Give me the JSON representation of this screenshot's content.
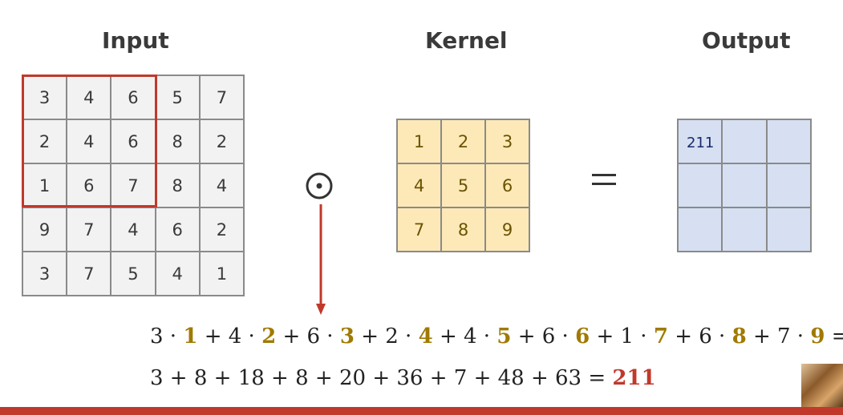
{
  "titles": {
    "input": "Input",
    "kernel": "Kernel",
    "output": "Output"
  },
  "input_matrix": [
    [
      "3",
      "4",
      "6",
      "5",
      "7"
    ],
    [
      "2",
      "4",
      "6",
      "8",
      "2"
    ],
    [
      "1",
      "6",
      "7",
      "8",
      "4"
    ],
    [
      "9",
      "7",
      "4",
      "6",
      "2"
    ],
    [
      "3",
      "7",
      "5",
      "4",
      "1"
    ]
  ],
  "kernel_matrix": [
    [
      "1",
      "2",
      "3"
    ],
    [
      "4",
      "5",
      "6"
    ],
    [
      "7",
      "8",
      "9"
    ]
  ],
  "output_matrix": [
    [
      "211",
      "",
      ""
    ],
    [
      "",
      "",
      ""
    ],
    [
      "",
      "",
      ""
    ]
  ],
  "operators": {
    "hadamard": "⊙",
    "equals": "="
  },
  "equation_line1": [
    {
      "t": "3 · ",
      "k": false
    },
    {
      "t": "1",
      "k": true
    },
    {
      "t": " + 4 · ",
      "k": false
    },
    {
      "t": "2",
      "k": true
    },
    {
      "t": " + 6 · ",
      "k": false
    },
    {
      "t": "3",
      "k": true
    },
    {
      "t": " + 2 · ",
      "k": false
    },
    {
      "t": "4",
      "k": true
    },
    {
      "t": " + 4 · ",
      "k": false
    },
    {
      "t": "5",
      "k": true
    },
    {
      "t": " + 6 · ",
      "k": false
    },
    {
      "t": "6",
      "k": true
    },
    {
      "t": " + 1 · ",
      "k": false
    },
    {
      "t": "7",
      "k": true
    },
    {
      "t": " + 6 · ",
      "k": false
    },
    {
      "t": "8",
      "k": true
    },
    {
      "t": " + 7 · ",
      "k": false
    },
    {
      "t": "9",
      "k": true
    },
    {
      "t": " =",
      "k": false
    }
  ],
  "equation_line2": {
    "sum": "3 + 8 + 18 + 8 + 20 + 36 + 7 + 48 + 63 = ",
    "result": "211"
  },
  "colors": {
    "highlight": "#c0392b",
    "kernel_fill": "#fde9b8",
    "output_fill": "#d6e0f2",
    "kernel_value": "#a07a00"
  }
}
